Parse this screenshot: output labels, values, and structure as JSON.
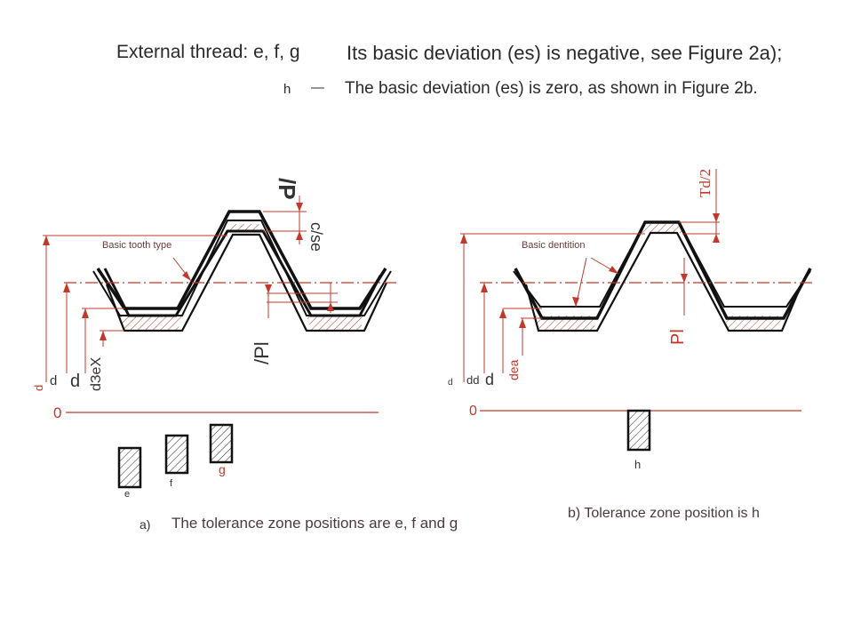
{
  "header": {
    "line1_left": "External thread: e, f, g",
    "line1_right": "Its basic deviation (es) is negative, see Figure 2a);",
    "line2_left": "h",
    "line2_dash": "—",
    "line2_right": "The basic deviation (es) is zero, as shown in Figure 2b."
  },
  "figure_a": {
    "basic_label": "Basic tooth type",
    "label_p_top": "/P",
    "label_cse": "c/se",
    "label_pl": "/Pl",
    "label_dxea": "dЗeX",
    "label_d1": "d",
    "label_d2": "d",
    "label_d3": "d",
    "zero": "0",
    "zones": [
      "e",
      "f",
      "g"
    ],
    "caption_prefix": "a)",
    "caption": "The tolerance zone positions are e, f and g"
  },
  "figure_b": {
    "basic_label": "Basic dentition",
    "label_td2": "Td/2",
    "label_pl": "Pl",
    "label_dea": "dea",
    "label_d1": "d",
    "label_d2": "dd",
    "label_d3": "d",
    "zero": "0",
    "zone": "h",
    "caption": "b) Tolerance zone position is h"
  },
  "colors": {
    "red": "#c0392b",
    "profile": "#111111",
    "hatch": "#b03a2e"
  }
}
